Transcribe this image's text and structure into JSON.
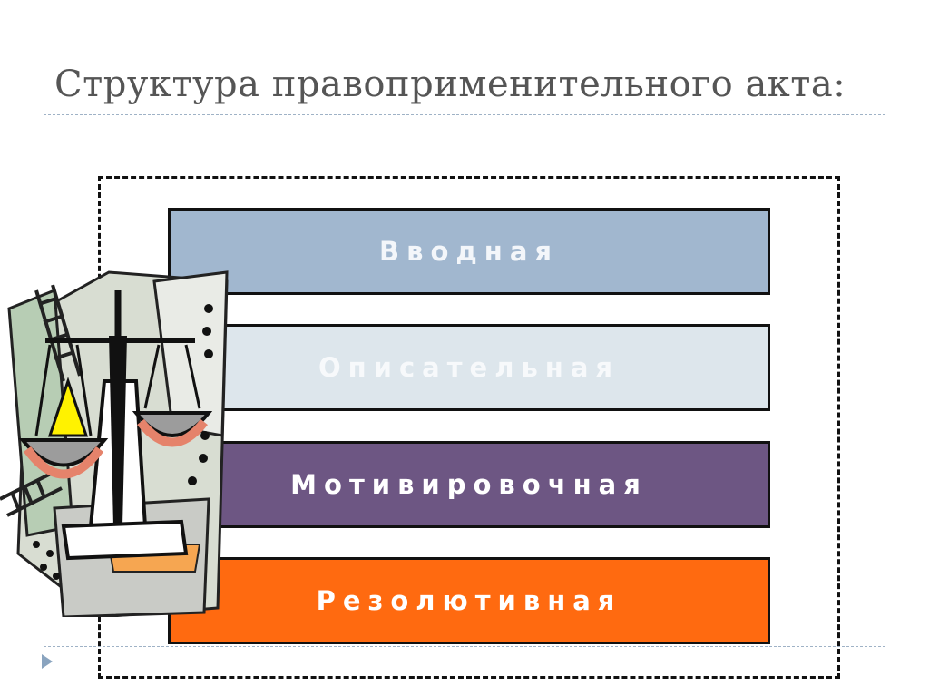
{
  "slide": {
    "title": "Структура правоприменительного акта:"
  },
  "blocks": [
    {
      "label": "Вводная",
      "color": "#a1b7cf"
    },
    {
      "label": "Описательная",
      "color": "#dde6ec"
    },
    {
      "label": "Мотивировочная",
      "color": "#6d5683"
    },
    {
      "label": "Резолютивная",
      "color": "#ff6a10"
    }
  ],
  "clipart": {
    "icon": "scales-of-justice-icon"
  },
  "footer": {
    "icon": "play-arrow-icon"
  }
}
